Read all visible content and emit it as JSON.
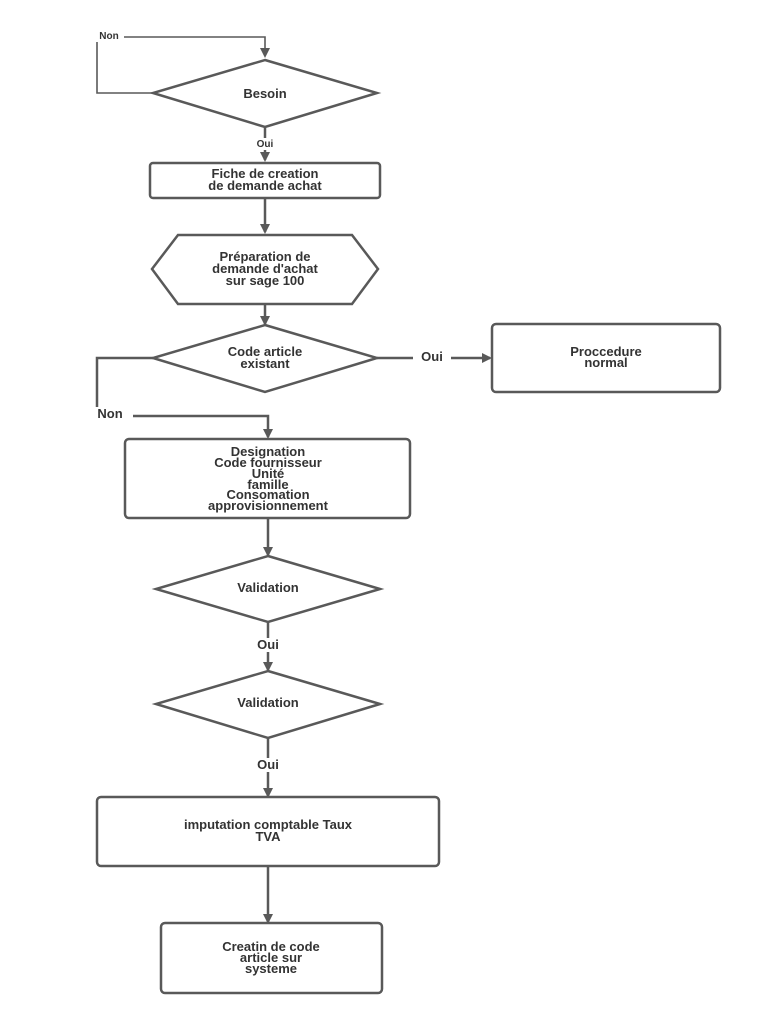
{
  "diagram": {
    "nodes": {
      "besoin": {
        "lines": [
          "Besoin"
        ]
      },
      "fiche": {
        "lines": [
          "Fiche de creation",
          "de demande achat"
        ]
      },
      "preparation": {
        "lines": [
          "Préparation de",
          "demande d'achat",
          "sur sage 100"
        ]
      },
      "code_article": {
        "lines": [
          "Code article",
          "existant"
        ]
      },
      "procedure": {
        "lines": [
          "Proccedure",
          "normal"
        ]
      },
      "designation": {
        "lines": [
          "Designation",
          "Code fournisseur",
          "Unité",
          "famille",
          "Consomation",
          "approvisionnement"
        ]
      },
      "validation_1": {
        "lines": [
          "Validation"
        ]
      },
      "validation_2": {
        "lines": [
          "Validation"
        ]
      },
      "imputation": {
        "lines": [
          "imputation comptable Taux",
          "TVA"
        ]
      },
      "creation": {
        "lines": [
          "Creatin de code",
          "article sur",
          "systeme"
        ]
      }
    },
    "edge_labels": {
      "besoin_non": "Non",
      "besoin_oui": "Oui",
      "code_oui": "Oui",
      "code_non": "Non",
      "validation_1_oui": "Oui",
      "validation_2_oui": "Oui"
    }
  }
}
